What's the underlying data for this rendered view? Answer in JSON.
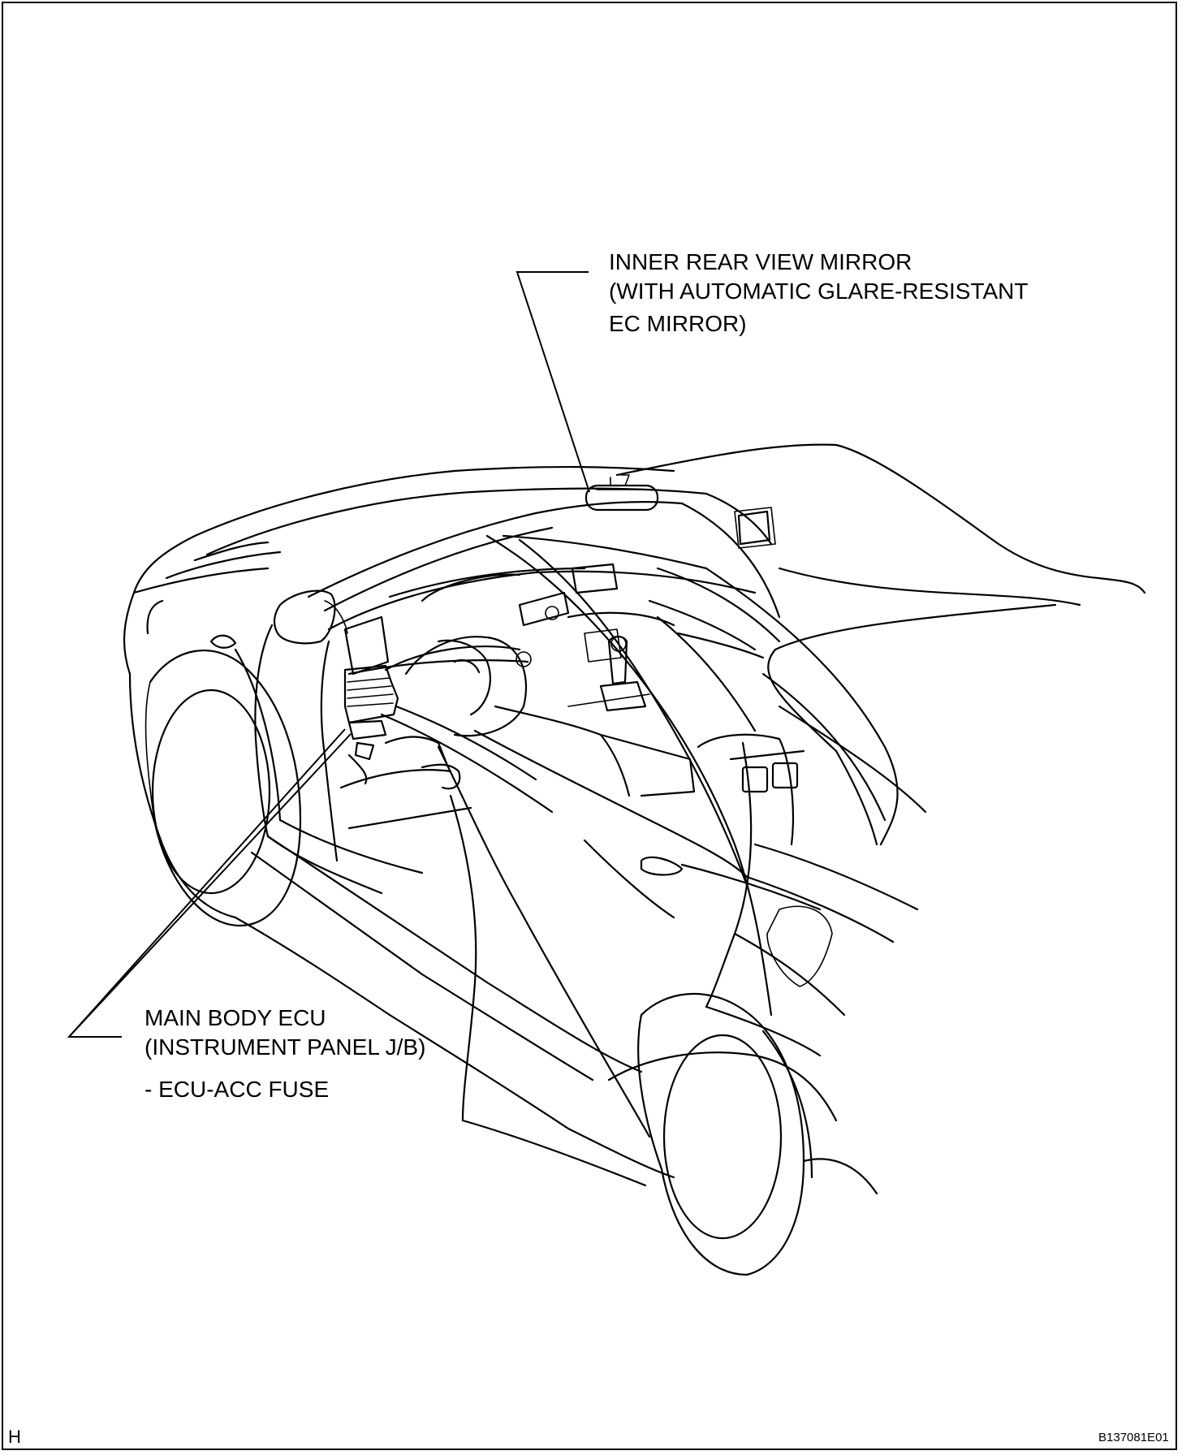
{
  "callouts": {
    "mirror": {
      "lines": [
        "INNER REAR VIEW MIRROR",
        "(WITH AUTOMATIC GLARE-RESISTANT",
        "EC MIRROR)"
      ]
    },
    "ecu": {
      "lines": [
        "MAIN BODY ECU",
        "(INSTRUMENT PANEL J/B)"
      ],
      "sub": "- ECU-ACC FUSE"
    }
  },
  "corner_letter": "H",
  "figure_code": "B137081E01"
}
